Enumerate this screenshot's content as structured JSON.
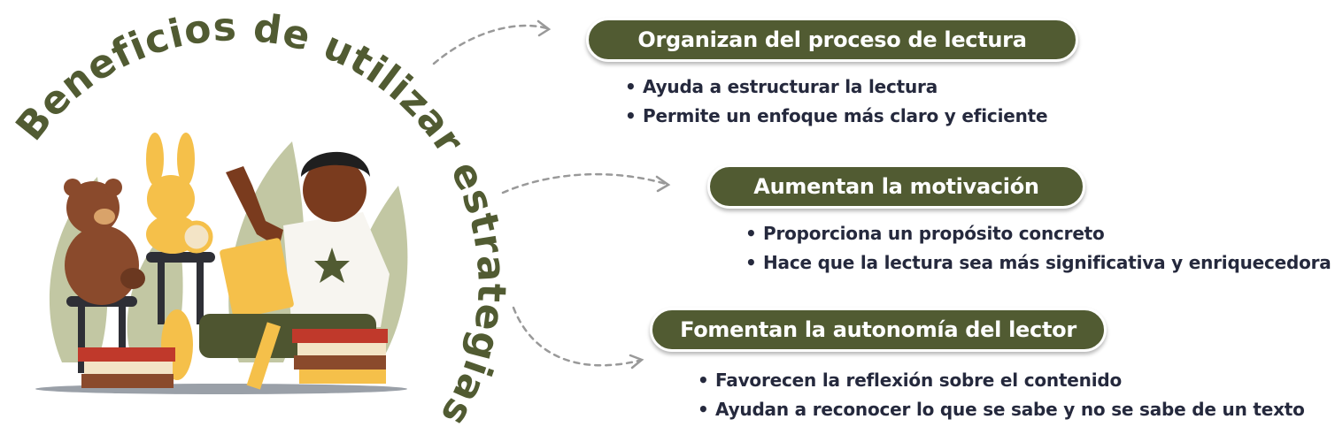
{
  "title": "Beneficios de utilizar estrategias",
  "colors": {
    "accent": "#515b32",
    "accent_text": "#ffffff",
    "title_text": "#515b32",
    "body_text": "#25293d",
    "arrow": "#999999"
  },
  "benefits": [
    {
      "heading": "Organizan del proceso de lectura",
      "points": [
        "Ayuda a estructurar la lectura",
        "Permite un enfoque más claro y eficiente"
      ]
    },
    {
      "heading": "Aumentan la motivación",
      "points": [
        "Proporciona un propósito concreto",
        "Hace que la lectura sea más significativa y enriquecedora"
      ]
    },
    {
      "heading": "Fomentan la autonomía del lector",
      "points": [
        "Favorecen la reflexión sobre el contenido",
        "Ayudan a reconocer lo que se sabe y no se sabe de un texto"
      ]
    }
  ]
}
